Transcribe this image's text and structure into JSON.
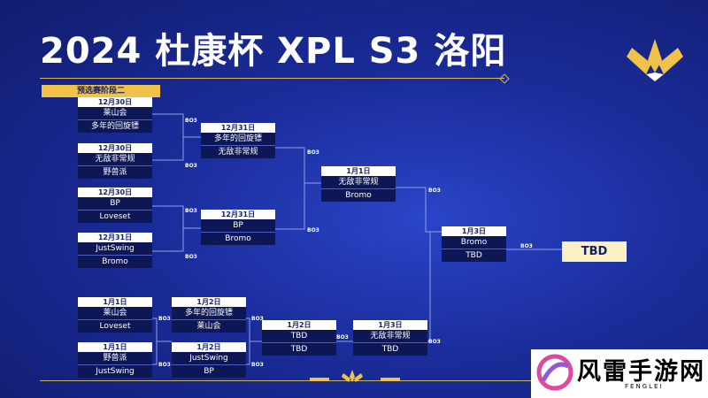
{
  "title": "2024 杜康杯 XPL S3 洛阳",
  "stage": "预选赛阶段二",
  "matches": {
    "r1m1": {
      "date": "12月30日",
      "t1": "莱山会",
      "t2": "多年的回旋镖"
    },
    "r1m2": {
      "date": "12月30日",
      "t1": "无敌非常规",
      "t2": "野兽派"
    },
    "r1m3": {
      "date": "12月30日",
      "t1": "BP",
      "t2": "Loveset"
    },
    "r1m4": {
      "date": "12月31日",
      "t1": "JustSwing",
      "t2": "Bromo"
    },
    "r2m1": {
      "date": "12月31日",
      "t1": "多年的回旋镖",
      "t2": "无敌非常规"
    },
    "r2m2": {
      "date": "12月31日",
      "t1": "BP",
      "t2": "Bromo"
    },
    "r3m1": {
      "date": "1月1日",
      "t1": "无敌非常规",
      "t2": "Bromo"
    },
    "fin": {
      "date": "1月3日",
      "t1": "Bromo",
      "t2": "TBD"
    },
    "l1m1": {
      "date": "1月1日",
      "t1": "莱山会",
      "t2": "Loveset"
    },
    "l1m2": {
      "date": "1月1日",
      "t1": "野兽派",
      "t2": "JustSwing"
    },
    "l2m1": {
      "date": "1月2日",
      "t1": "多年的回旋镖",
      "t2": "莱山会"
    },
    "l2m2": {
      "date": "1月2日",
      "t1": "JustSwing",
      "t2": "BP"
    },
    "l3m1": {
      "date": "1月2日",
      "t1": "TBD",
      "t2": "TBD"
    },
    "l4m1": {
      "date": "1月3日",
      "t1": "无敌非常规",
      "t2": "TBD"
    }
  },
  "bo_label": "BO3",
  "final_winner": "TBD",
  "watermark": {
    "name": "风雷手游网",
    "sub": "FENGLEI"
  },
  "colors": {
    "background": "#1a2c9a",
    "accent": "#f1c24a",
    "panel": "#0e1756"
  }
}
